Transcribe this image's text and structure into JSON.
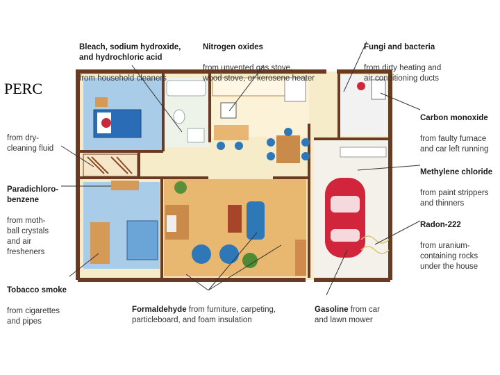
{
  "header": {
    "side_title": "PERC"
  },
  "labels": {
    "bleach": {
      "bold": "Bleach, sodium hydroxide,\nand hydrochloric acid",
      "text": "from household cleaners"
    },
    "nitrogen": {
      "bold": "Nitrogen oxides",
      "text": "from unvented gas stove,\nwood stove, or kerosene heater"
    },
    "fungi": {
      "bold": "Fungi and bacteria",
      "text": "from dirty heating and\nair conditioning ducts"
    },
    "perc_source": {
      "text": "from dry-\ncleaning fluid"
    },
    "carbon": {
      "bold": "Carbon monoxide",
      "text": "from faulty furnace\nand car left running"
    },
    "paradichloro": {
      "bold": "Paradichloro-\nbenzene",
      "text": "from moth-\nball crystals\nand air\nfresheners"
    },
    "methylene": {
      "bold": "Methylene chloride",
      "text": "from paint strippers\nand thinners"
    },
    "radon": {
      "bold": "Radon-222",
      "text": "from uranium-\ncontaining rocks\nunder the house"
    },
    "tobacco": {
      "bold": "Tobacco smoke",
      "text": "from cigarettes\nand pipes"
    },
    "formaldehyde": {
      "bold": "Formaldehyde",
      "text": " from furniture, carpeting,\nparticleboard, and foam insulation"
    },
    "gasoline": {
      "bold": "Gasoline",
      "text": " from car\nand lawn mower"
    }
  },
  "colors": {
    "wall": "#6b3a22",
    "floor": "#f7ecc9",
    "wood_floor": "#e8b870",
    "blue_carpet": "#a9cde8",
    "garage": "#f3f1ea",
    "car": "#d0253a",
    "chair_blue": "#2e78b7"
  }
}
